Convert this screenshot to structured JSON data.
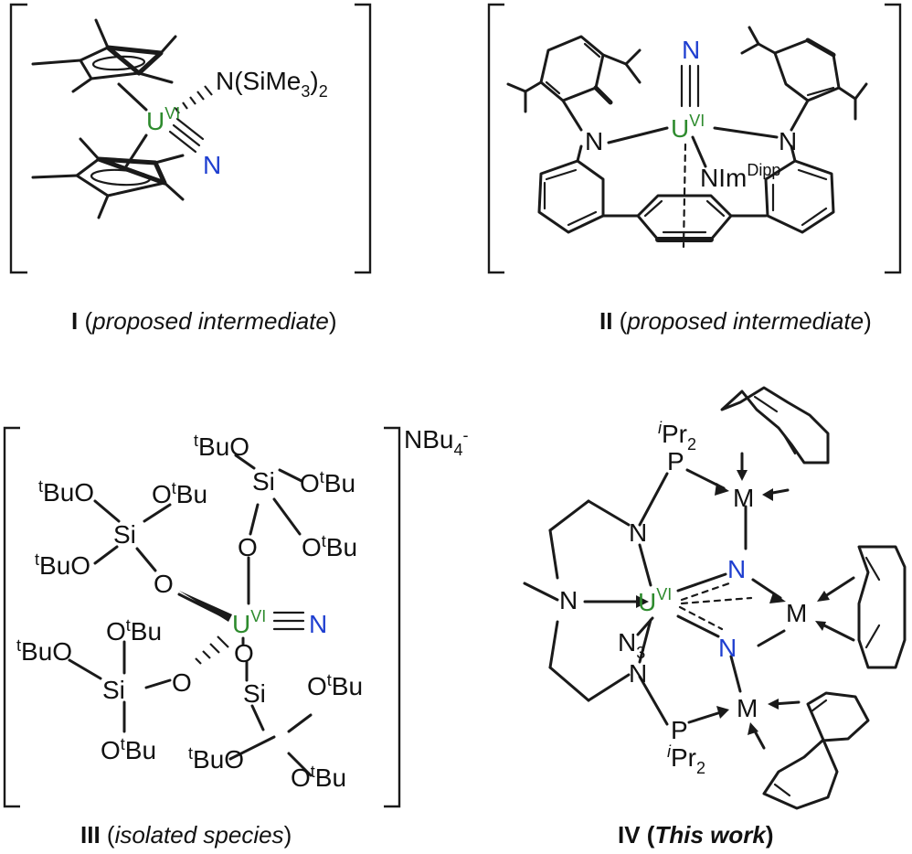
{
  "colors": {
    "uranium": "#2e8b2e",
    "nitrogen": "#1f3fd0",
    "ink": "#111111"
  },
  "captions": {
    "I": {
      "numeral": "I",
      "open": " (",
      "text": "proposed intermediate",
      "close": ")"
    },
    "II": {
      "numeral": "II",
      "open": " (",
      "text": "proposed intermediate",
      "close": ")"
    },
    "III": {
      "numeral": "III",
      "open": " (",
      "text": "isolated species",
      "close": ")"
    },
    "IV": {
      "numeral": "IV",
      "open": " (",
      "text": "This work",
      "close": ")"
    }
  },
  "structure_I": {
    "metal": "U",
    "oxidation": "VI",
    "amide": "N(SiMe",
    "amide_sub": "3",
    "amide_close": ")",
    "amide_sub2": "2",
    "nitride": "N"
  },
  "structure_II": {
    "metal": "U",
    "oxidation": "VI",
    "nitride": "N",
    "amine_left": "N",
    "amine_right": "N",
    "nim": "NIm",
    "nim_sup": "Dipp"
  },
  "structure_III": {
    "metal": "U",
    "oxidation": "VI",
    "nitride": "N",
    "counterion": "NBu",
    "counterion_sub": "4",
    "counterion_sup": "-",
    "si": "Si",
    "o": "O",
    "t": "t",
    "bu": "Bu",
    "buo": "BuO"
  },
  "structure_IV": {
    "metal": "U",
    "oxidation": "VI",
    "n": "N",
    "p": "P",
    "m": "M",
    "ipr_i": "i",
    "ipr": "Pr",
    "ipr_sub": "2",
    "azide": "N",
    "azide_sub": "3"
  }
}
